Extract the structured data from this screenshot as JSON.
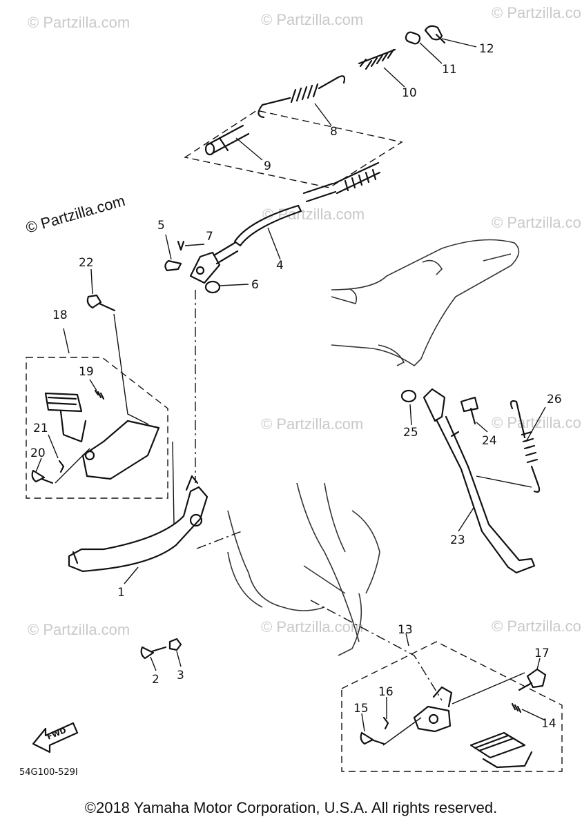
{
  "diagram": {
    "code": "54G100-529I",
    "fwd_label": "FWD",
    "watermark_main": "© Partzilla.com",
    "watermark_small": "© Partzilla.com",
    "callouts": [
      "1",
      "2",
      "3",
      "4",
      "5",
      "6",
      "7",
      "8",
      "9",
      "10",
      "11",
      "12",
      "13",
      "14",
      "15",
      "16",
      "17",
      "18",
      "19",
      "20",
      "21",
      "22",
      "23",
      "24",
      "25",
      "26"
    ]
  },
  "footer": {
    "copyright": "©2018 Yamaha Motor Corporation, U.S.A. All rights reserved."
  }
}
